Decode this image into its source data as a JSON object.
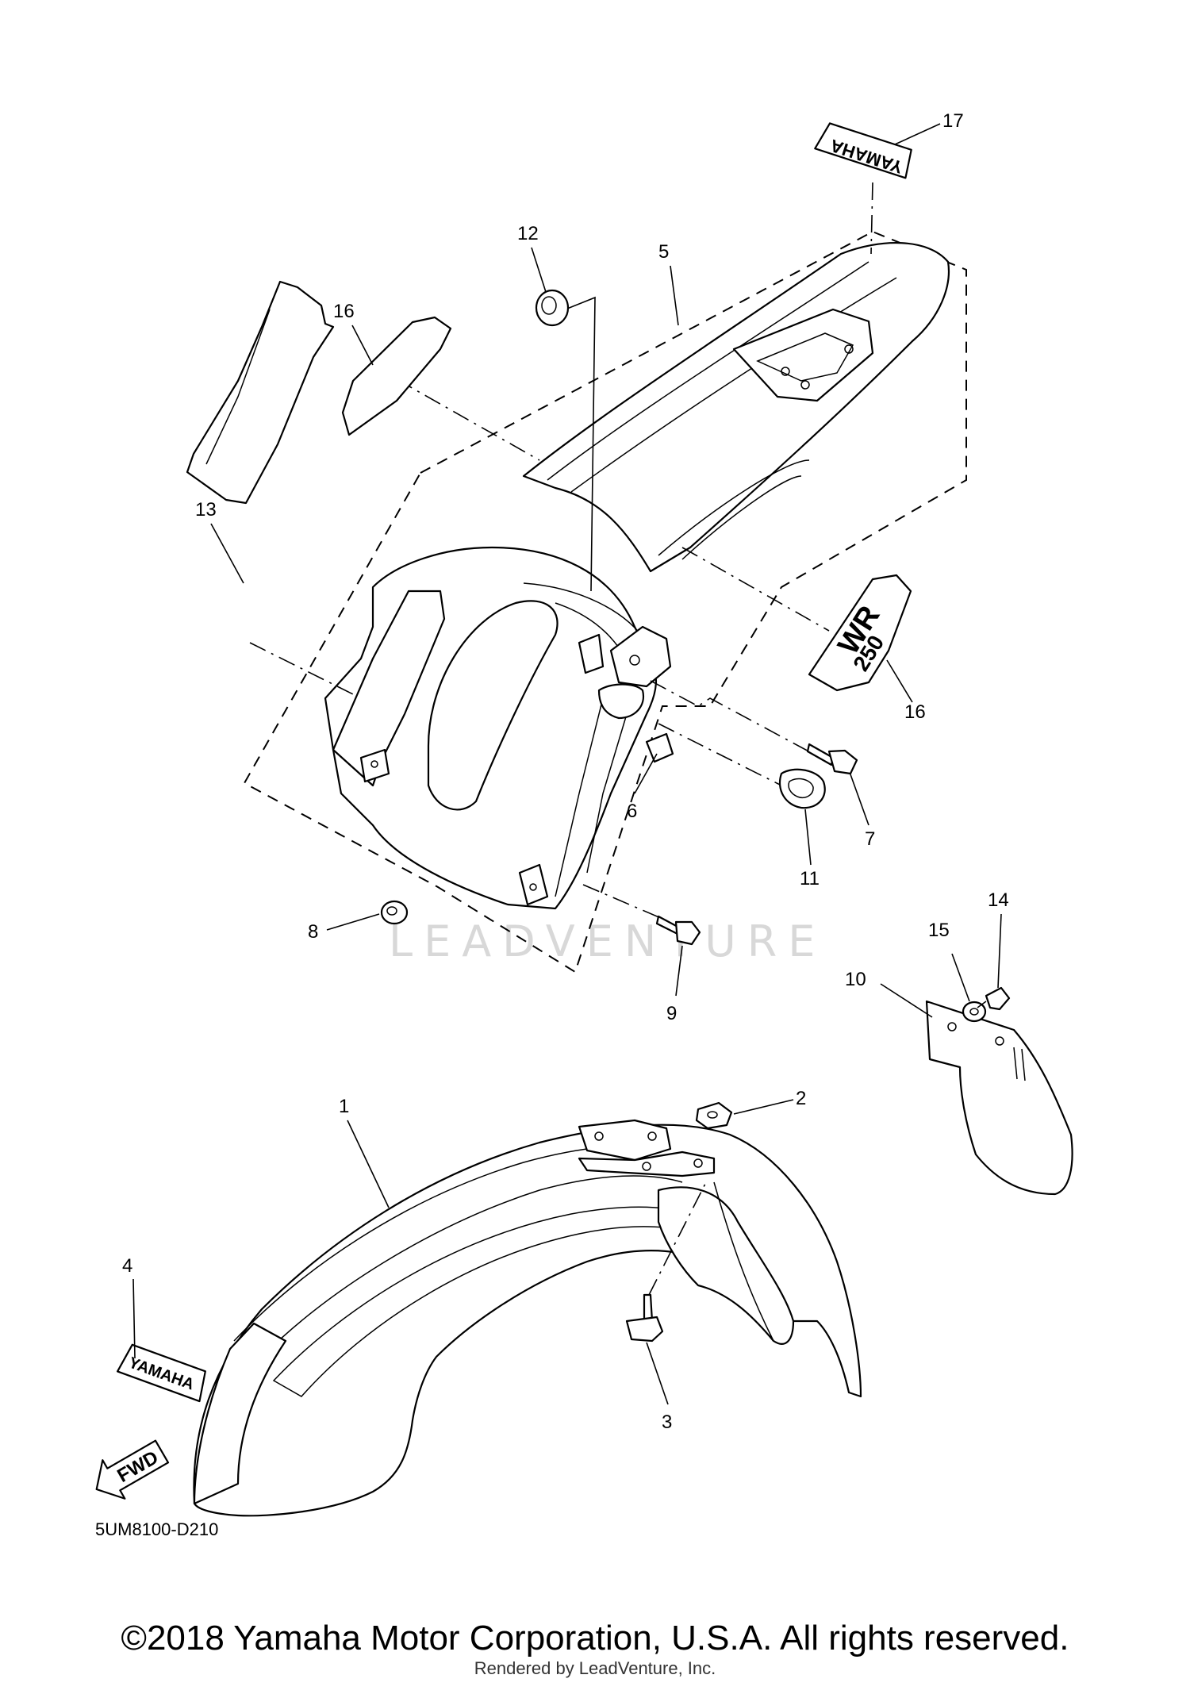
{
  "diagram": {
    "callouts": [
      {
        "id": "17",
        "text": "17"
      },
      {
        "id": "12",
        "text": "12"
      },
      {
        "id": "5",
        "text": "5"
      },
      {
        "id": "16a",
        "text": "16"
      },
      {
        "id": "13",
        "text": "13"
      },
      {
        "id": "16b",
        "text": "16"
      },
      {
        "id": "7",
        "text": "7"
      },
      {
        "id": "6",
        "text": "6"
      },
      {
        "id": "11",
        "text": "11"
      },
      {
        "id": "8",
        "text": "8"
      },
      {
        "id": "9",
        "text": "9"
      },
      {
        "id": "14",
        "text": "14"
      },
      {
        "id": "15",
        "text": "15"
      },
      {
        "id": "10",
        "text": "10"
      },
      {
        "id": "1",
        "text": "1"
      },
      {
        "id": "2",
        "text": "2"
      },
      {
        "id": "4",
        "text": "4"
      },
      {
        "id": "3",
        "text": "3"
      }
    ],
    "decal_yamaha": "YAMAHA",
    "decal_wr": "WR",
    "decal_250": "250",
    "fwd_arrow": "FWD",
    "drawing_code": "5UM8100-D210",
    "watermark": "LEADVENTURE"
  },
  "footer": {
    "copyright": "©2018 Yamaha Motor Corporation, U.S.A. All rights reserved.",
    "rendered_by": "Rendered by LeadVenture, Inc."
  }
}
